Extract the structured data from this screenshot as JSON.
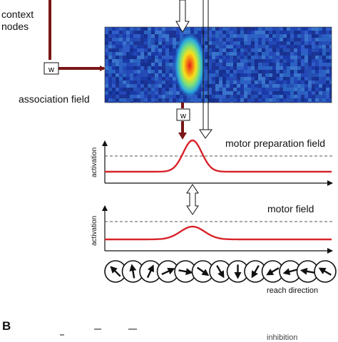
{
  "labels": {
    "context_nodes_line1": "context",
    "context_nodes_line2": "nodes",
    "association_field": "association field",
    "motor_preparation_field": "motor preparation field",
    "motor_field": "motor field",
    "activation": "activation",
    "reach_direction": "reach direction",
    "section_b": "B",
    "w": "w",
    "cut_off_text": "inhibition"
  },
  "arrow_directions_deg": [
    135,
    100,
    65,
    25,
    350,
    325,
    300,
    270,
    240,
    210,
    195,
    170,
    150
  ],
  "colors": {
    "connection": "#7a1616",
    "curve": "#d8232a",
    "heatmap_background": "#1a3aa8",
    "dashed_threshold": "#555555"
  }
}
